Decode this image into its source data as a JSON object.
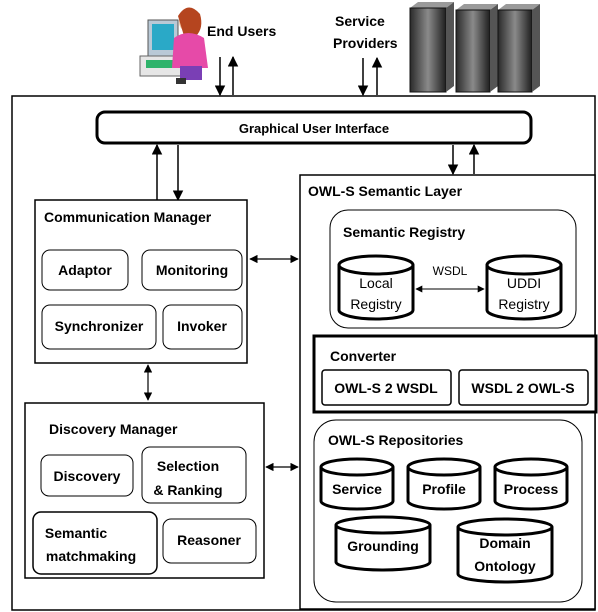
{
  "actors": {
    "end_users": "End Users",
    "service_providers": [
      "Service",
      "Providers"
    ]
  },
  "gui": {
    "label": "Graphical User Interface"
  },
  "communication_manager": {
    "title": "Communication Manager",
    "modules": [
      "Adaptor",
      "Monitoring",
      "Synchronizer",
      "Invoker"
    ]
  },
  "discovery_manager": {
    "title": "Discovery Manager",
    "modules": {
      "discovery": "Discovery",
      "selection": [
        "Selection",
        "& Ranking"
      ],
      "semantic_matchmaking": [
        "Semantic",
        "matchmaking"
      ],
      "reasoner": "Reasoner"
    }
  },
  "semantic_layer": {
    "title": "OWL-S Semantic Layer",
    "registry": {
      "title": "Semantic Registry",
      "local": [
        "Local",
        "Registry"
      ],
      "uddi": [
        "UDDI",
        "Registry"
      ],
      "link_label": "WSDL"
    },
    "converter": {
      "title": "Converter",
      "items": [
        "OWL-S 2 WSDL",
        "WSDL 2 OWL-S"
      ]
    },
    "repositories": {
      "title": "OWL-S Repositories",
      "service": "Service",
      "profile": "Profile",
      "process": "Process",
      "grounding": "Grounding",
      "domain": [
        "Domain",
        "Ontology"
      ]
    }
  }
}
